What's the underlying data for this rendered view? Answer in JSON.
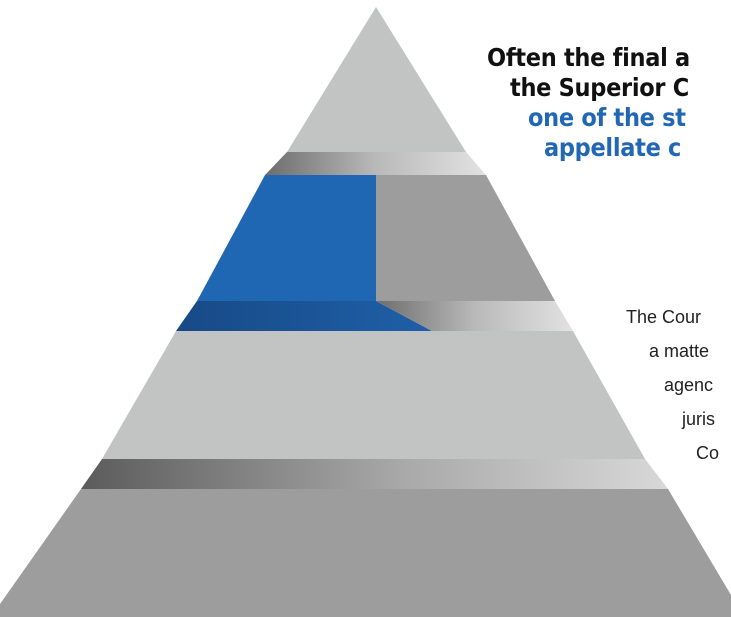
{
  "headline": {
    "line1": "Often the final a",
    "line2": "the Superior C",
    "line3": "one of the st",
    "line4": "appellate c"
  },
  "body": {
    "lines": [
      "The Cour",
      "a matte",
      "agenc",
      "juris",
      "Co"
    ]
  },
  "colors": {
    "highlight_tier": "#1f66b3",
    "tier_light": "#c2c3c3",
    "tier_dark": "#9d9d9d",
    "headline_black": "#111111",
    "headline_blue": "#2267b3"
  },
  "tiers": [
    {
      "level": 1,
      "highlighted": false
    },
    {
      "level": 2,
      "highlighted": true
    },
    {
      "level": 3,
      "highlighted": false
    },
    {
      "level": 4,
      "highlighted": false
    }
  ]
}
